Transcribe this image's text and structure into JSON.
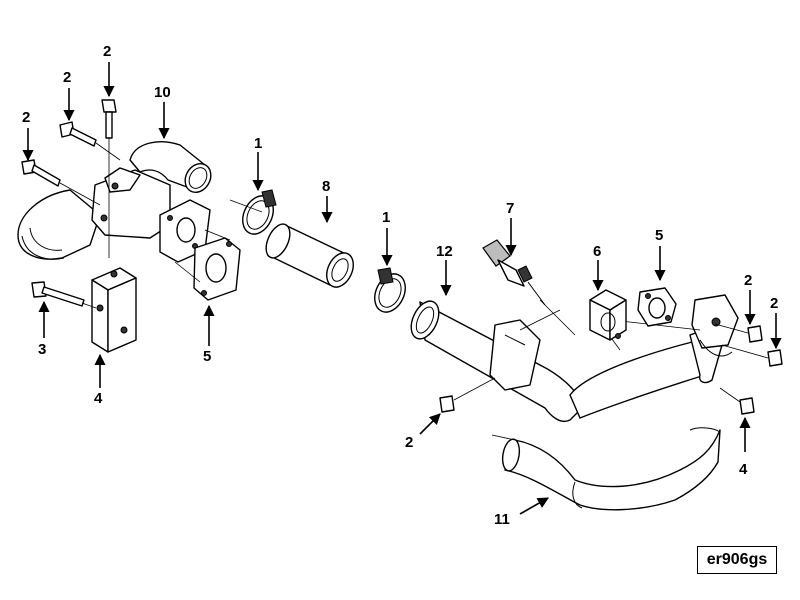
{
  "diagram": {
    "reference_code": "er906gs",
    "callouts": [
      {
        "id": "c-2a",
        "label": "2"
      },
      {
        "id": "c-2b",
        "label": "2"
      },
      {
        "id": "c-2c",
        "label": "2"
      },
      {
        "id": "c-10",
        "label": "10"
      },
      {
        "id": "c-1a",
        "label": "1"
      },
      {
        "id": "c-8",
        "label": "8"
      },
      {
        "id": "c-1b",
        "label": "1"
      },
      {
        "id": "c-7",
        "label": "7"
      },
      {
        "id": "c-12",
        "label": "12"
      },
      {
        "id": "c-6",
        "label": "6"
      },
      {
        "id": "c-5b",
        "label": "5"
      },
      {
        "id": "c-2d",
        "label": "2"
      },
      {
        "id": "c-2e",
        "label": "2"
      },
      {
        "id": "c-3",
        "label": "3"
      },
      {
        "id": "c-4a",
        "label": "4"
      },
      {
        "id": "c-5a",
        "label": "5"
      },
      {
        "id": "c-2f",
        "label": "2"
      },
      {
        "id": "c-4b",
        "label": "4"
      },
      {
        "id": "c-11",
        "label": "11"
      }
    ]
  }
}
